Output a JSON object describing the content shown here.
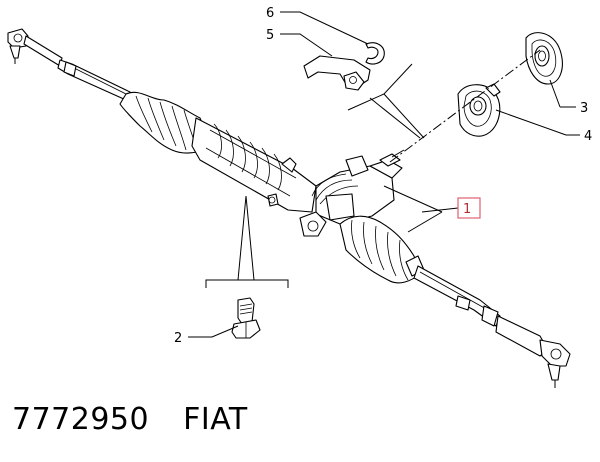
{
  "callouts": [
    {
      "number": "1",
      "highlighted": true
    },
    {
      "number": "2",
      "highlighted": false
    },
    {
      "number": "3",
      "highlighted": false
    },
    {
      "number": "4",
      "highlighted": false
    },
    {
      "number": "5",
      "highlighted": false
    },
    {
      "number": "6",
      "highlighted": false
    }
  ],
  "caption": {
    "part_number": "7772950",
    "brand": "FIAT"
  },
  "colors": {
    "highlight_box": "#e06070",
    "line": "#000000",
    "background": "#ffffff"
  }
}
